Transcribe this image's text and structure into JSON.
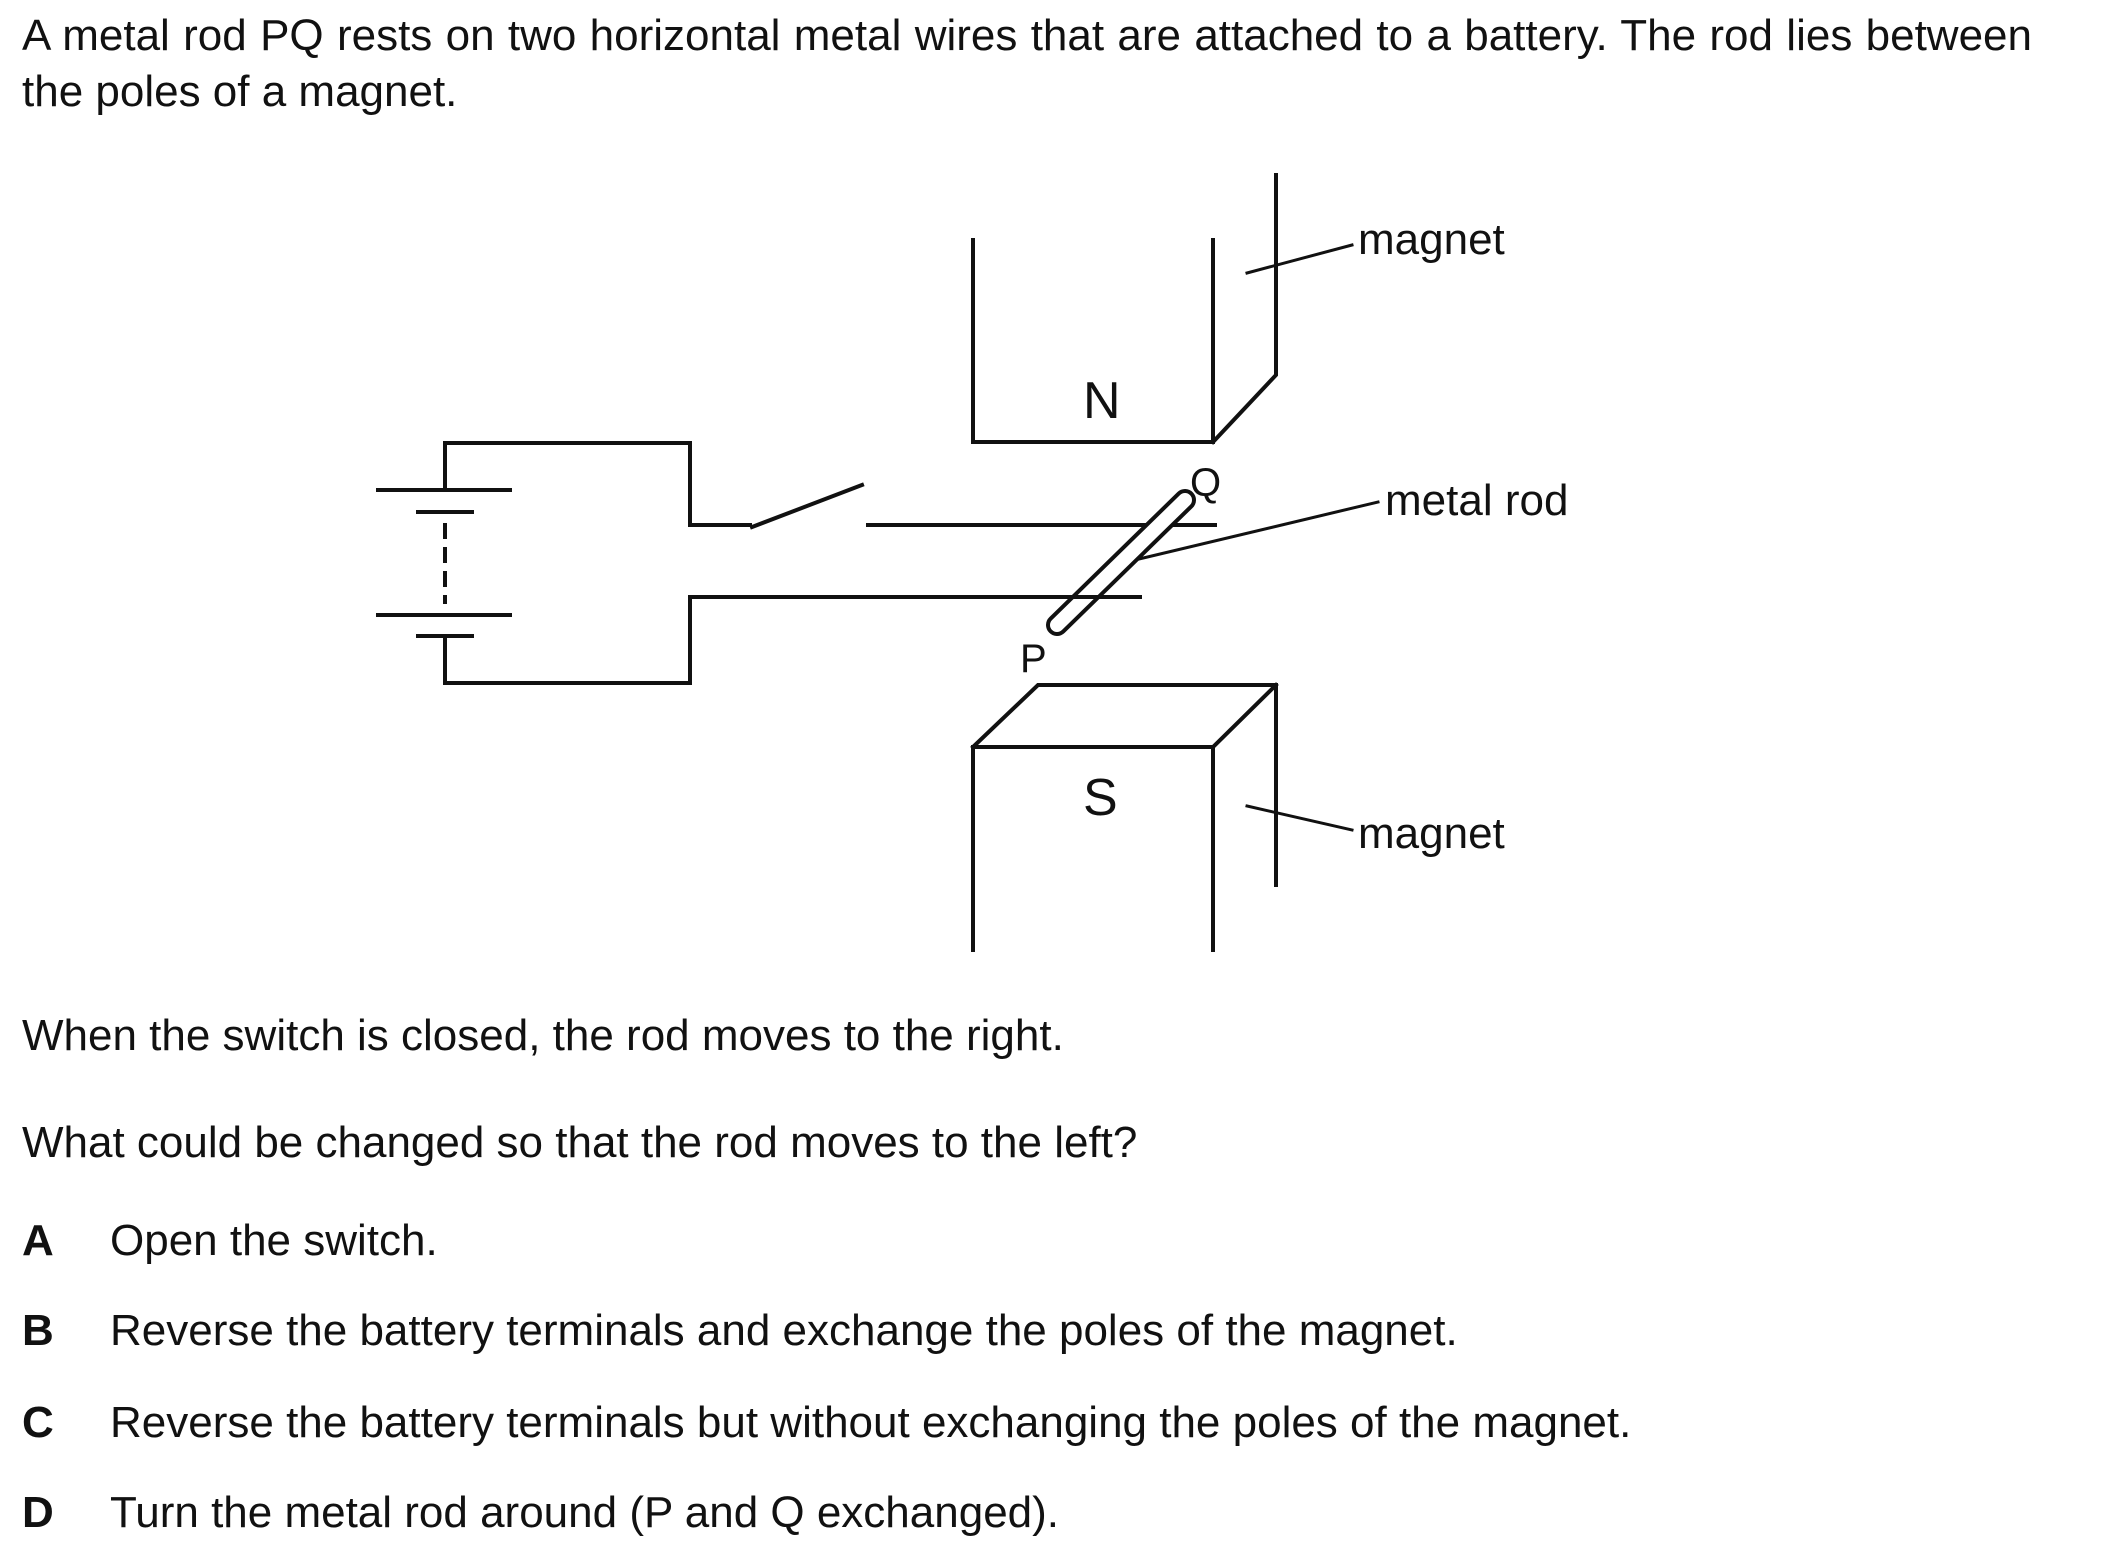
{
  "intro": "A metal rod PQ rests on two horizontal metal wires that are attached to a battery. The rod lies between the poles of a magnet.",
  "diagram": {
    "labels": {
      "magnet_top": "magnet",
      "magnet_bottom": "magnet",
      "metal_rod": "metal rod",
      "north": "N",
      "south": "S",
      "end_p": "P",
      "end_q": "Q"
    }
  },
  "observation": "When the switch is closed, the rod moves to the right.",
  "question": "What could be changed so that the rod moves to the left?",
  "options": [
    {
      "letter": "A",
      "text": "Open the switch."
    },
    {
      "letter": "B",
      "text": "Reverse the battery terminals and exchange the poles of the magnet."
    },
    {
      "letter": "C",
      "text": "Reverse the battery terminals but without exchanging the poles of the magnet."
    },
    {
      "letter": "D",
      "text": "Turn the metal rod around (P and Q exchanged)."
    }
  ]
}
